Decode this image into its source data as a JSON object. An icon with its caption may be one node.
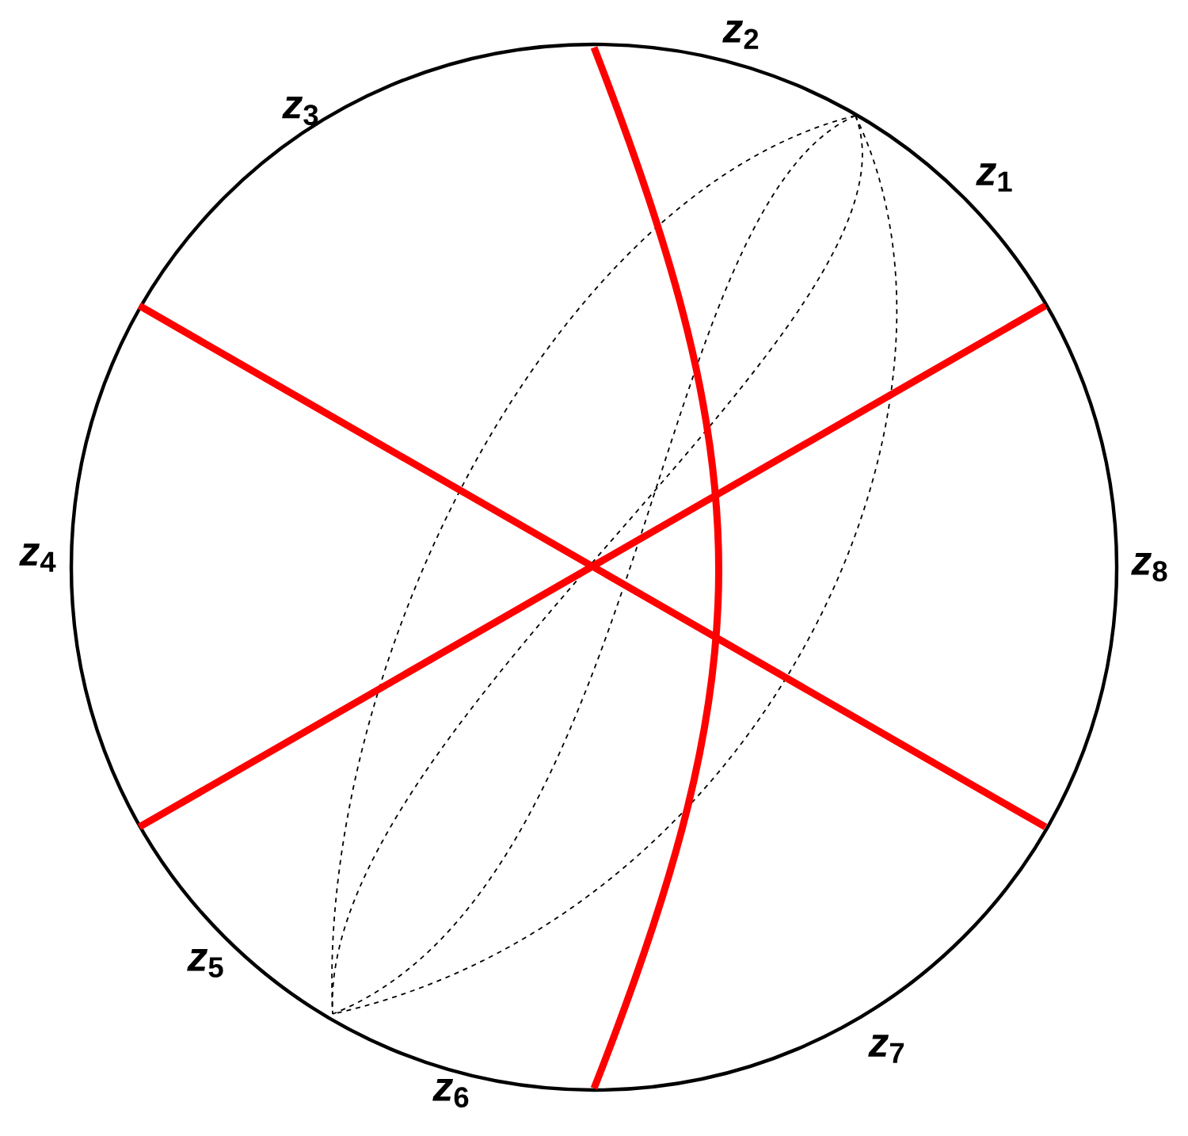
{
  "diagram": {
    "labels": [
      "*z*$_{1}$",
      "*z*$_{2}$",
      "*z*$_{3}$",
      "*z*$_{4}$",
      "*z*$_{5}$",
      "*z*$_{6}$",
      "*z*$_{7}$",
      "*z*$_{8}$"
    ]
  }
}
